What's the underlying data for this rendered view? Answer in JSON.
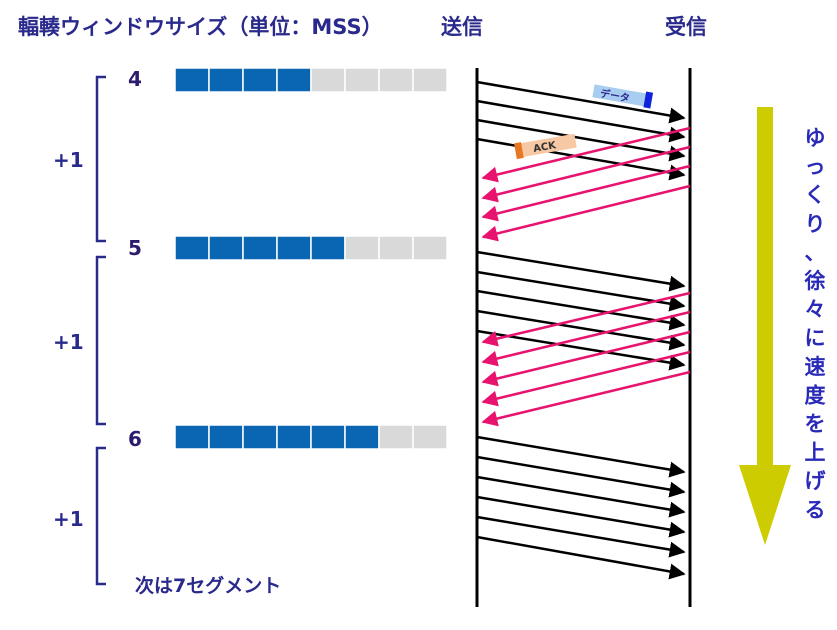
{
  "header": {
    "window_title": "輻輳ウィンドウサイズ（単位：MSS）",
    "sender": "送信",
    "receiver": "受信"
  },
  "window_bar": {
    "total_slots": 8
  },
  "stages": [
    {
      "cwnd": "4",
      "filled": 4,
      "increment": "+1"
    },
    {
      "cwnd": "5",
      "filled": 5,
      "increment": "+1"
    },
    {
      "cwnd": "6",
      "filled": 6,
      "increment": "+1"
    }
  ],
  "next_note": "次は7セグメント",
  "tags": {
    "data": "データ",
    "ack": "ACK"
  },
  "side_note": "ゆっくり、徐々に速度を上げる",
  "colors": {
    "title": "#2a2a8c",
    "number": "#2d1b6e",
    "filled": "#0a66b2",
    "empty": "#d9d9d9",
    "data_arrow": "#000000",
    "ack_arrow": "#e8136f",
    "bracket": "#2a2a8c",
    "side_arrow": "#cccc00",
    "side_text": "#2a2ab8",
    "data_tag": "#a8cdf0",
    "data_tag_mark": "#1122dd",
    "ack_tag": "#f6c8a4",
    "ack_tag_mark": "#e87722"
  }
}
